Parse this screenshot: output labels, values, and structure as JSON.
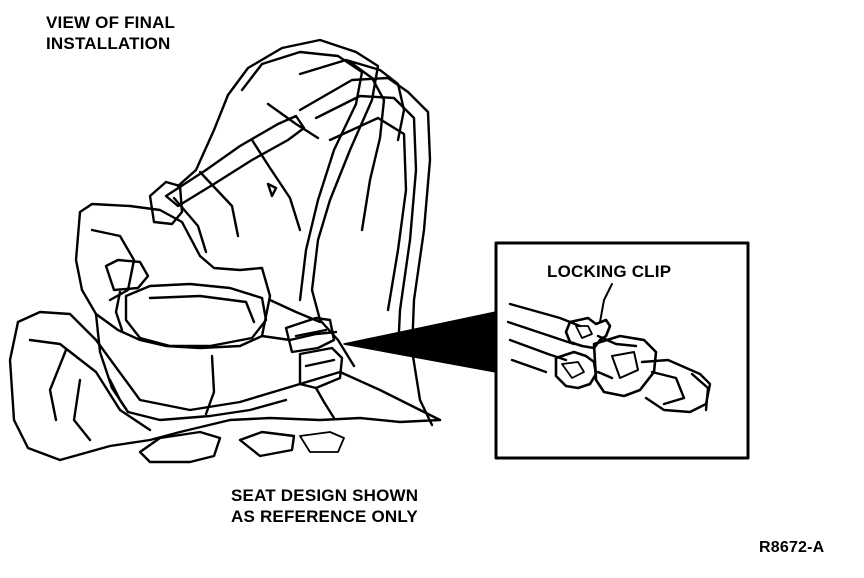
{
  "diagram": {
    "title_line1": "VIEW  OF FINAL",
    "title_line2": "INSTALLATION",
    "callout_label": "LOCKING CLIP",
    "caption_line1": "SEAT DESIGN SHOWN",
    "caption_line2": "AS REFERENCE ONLY",
    "reference_code": "R8672-A"
  },
  "colors": {
    "ink": "#000000",
    "paper": "#ffffff"
  }
}
